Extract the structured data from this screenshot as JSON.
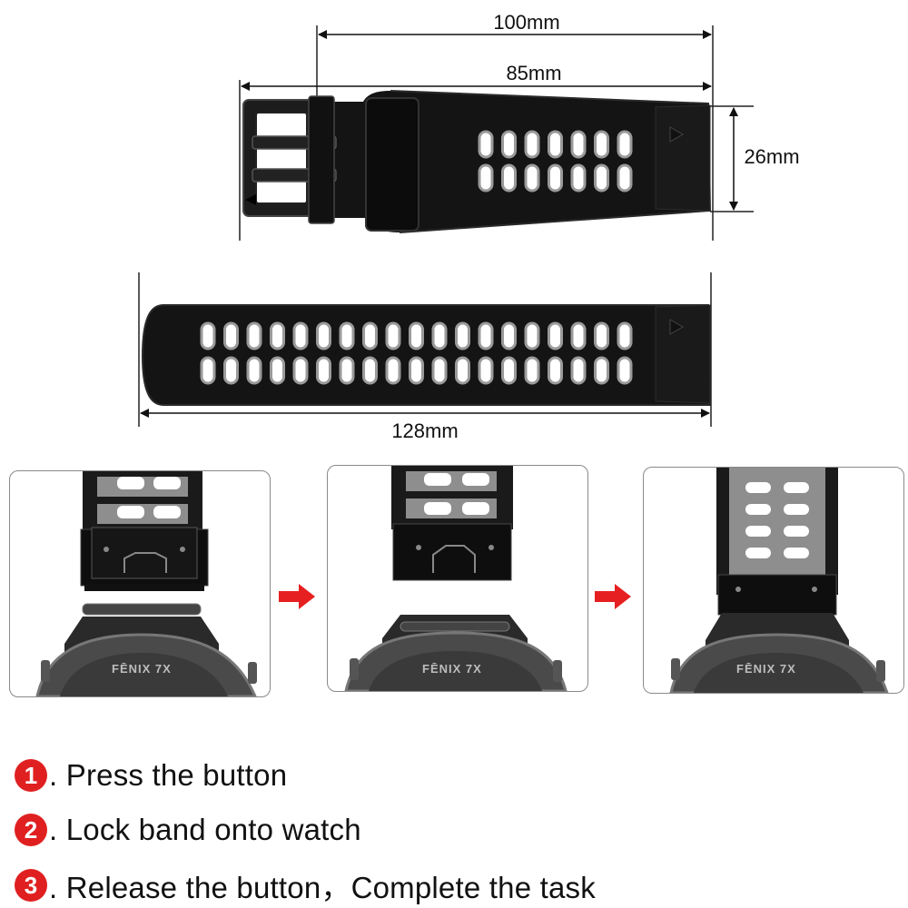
{
  "dimensions": {
    "short_band_total": "100mm",
    "short_band_strap": "85mm",
    "width": "26mm",
    "long_band": "128mm"
  },
  "panels": [
    {
      "watch_label": "FĒNIX 7X"
    },
    {
      "watch_label": "FĒNIX 7X"
    },
    {
      "watch_label": "FĒNIX 7X"
    }
  ],
  "steps": [
    {
      "number": "1",
      "text": ". Press the button"
    },
    {
      "number": "2",
      "text": ". Lock band onto watch"
    },
    {
      "number": "3",
      "text": ". Release the button，Complete the task"
    }
  ],
  "colors": {
    "band_black": "#141414",
    "band_gray": "#9a9a9a",
    "arrow_red": "#e62020",
    "step_badge": "#e02020"
  },
  "icons": {
    "direction_triangle": "play-triangle",
    "step_arrow": "right-arrow"
  }
}
